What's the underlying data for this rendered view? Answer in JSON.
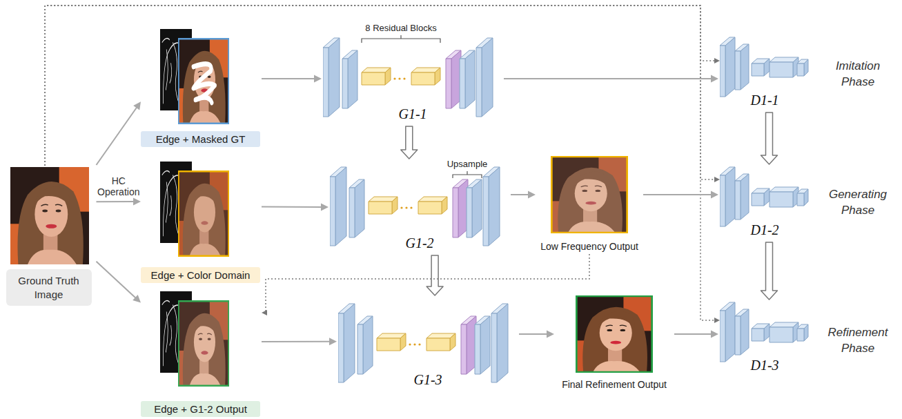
{
  "diagram": {
    "nodes": [
      {
        "text": [
          "Ground Truth Image"
        ]
      },
      {
        "text": [
          "Edge + Masked GT"
        ]
      },
      {
        "text": [
          "Edge + Color Domain"
        ]
      },
      {
        "text": [
          "Edge + G1-2 Output"
        ]
      },
      {
        "text": [
          "Imitation Phase"
        ]
      },
      {
        "text": [
          "G1-1"
        ],
        "in": 4
      },
      {
        "text": [
          "D1-1"
        ],
        "in": 4
      },
      {
        "text": [
          "Generating Phase"
        ]
      },
      {
        "text": [
          "G1-2"
        ],
        "in": 7
      },
      {
        "text": [
          "Low Frequency Output"
        ],
        "in": 7
      },
      {
        "text": [
          "D1-2"
        ],
        "in": 7
      },
      {
        "text": [
          "Refinement Phase"
        ]
      },
      {
        "text": [
          "G1-3"
        ],
        "in": 11
      },
      {
        "text": [
          "Final Refinement Output"
        ],
        "in": 11
      },
      {
        "text": [
          "D1-3"
        ],
        "in": 11
      }
    ],
    "edges": [
      {
        "from": 0,
        "to": 1,
        "arrow": "to"
      },
      {
        "from": 0,
        "to": 2,
        "arrow": "to",
        "label": "HC Operation"
      },
      {
        "from": 0,
        "to": 3,
        "arrow": "to"
      },
      {
        "from": 0,
        "to": 6,
        "arrow": "to"
      },
      {
        "from": 0,
        "to": 10,
        "arrow": "to"
      },
      {
        "from": 0,
        "to": 14,
        "arrow": "to"
      },
      {
        "from": 1,
        "to": 5,
        "arrow": "to"
      },
      {
        "from": 5,
        "to": 6,
        "arrow": "to"
      },
      {
        "from": 5,
        "to": 8,
        "arrow": "to"
      },
      {
        "from": 6,
        "to": 10,
        "arrow": "to"
      },
      {
        "from": 2,
        "to": 8,
        "arrow": "to"
      },
      {
        "from": 8,
        "to": 9,
        "arrow": "to"
      },
      {
        "from": 9,
        "to": 10,
        "arrow": "to"
      },
      {
        "from": 8,
        "to": 12,
        "arrow": "to"
      },
      {
        "from": 10,
        "to": 14,
        "arrow": "to"
      },
      {
        "from": 9,
        "to": 3,
        "arrow": "to"
      },
      {
        "from": 3,
        "to": 12,
        "arrow": "to"
      },
      {
        "from": 12,
        "to": 13,
        "arrow": "to"
      },
      {
        "from": 13,
        "to": 14,
        "arrow": "to"
      }
    ],
    "labels": [
      "8 Residual Blocks",
      "Upsample"
    ]
  }
}
